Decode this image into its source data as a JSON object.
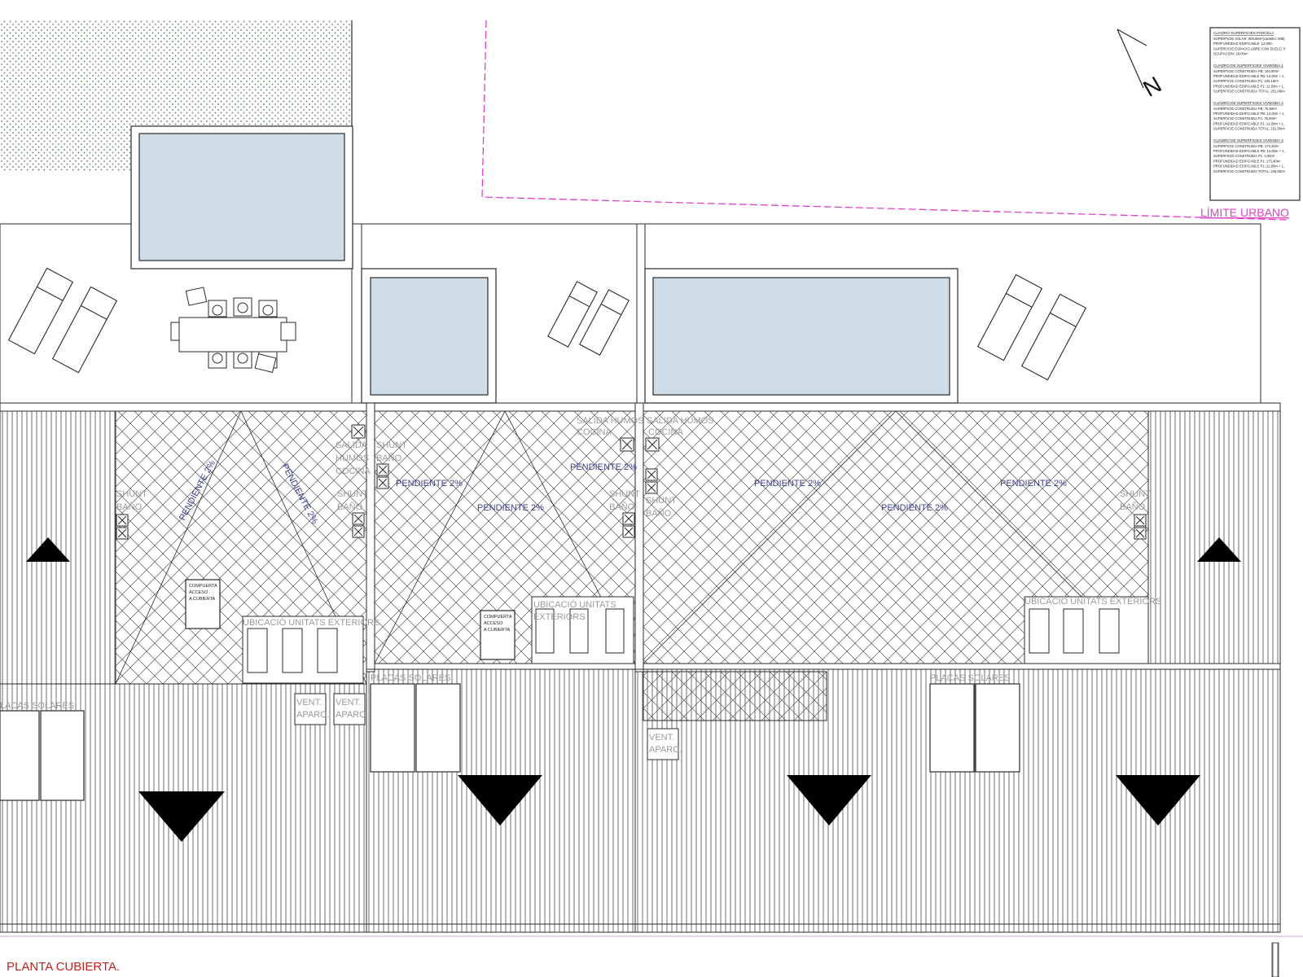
{
  "drawing": {
    "title": "PLANTA CUBIERTA.",
    "urban_limit_label": "LÍMITE URBANO",
    "north_label": "N",
    "colors": {
      "line": "#2a2a2a",
      "pool_fill": "#cfdde8",
      "urban_limit": "#e040c8",
      "title": "#c22222",
      "slope_text": "#3b3f8f",
      "label_text": "#9a9a9a"
    }
  },
  "labels": {
    "shunt": "SHUNT",
    "bano": "BAÑO",
    "salida": "SALIDA",
    "humos": "HUMOS",
    "cocina": "COCINA",
    "salida_humos": "SALIDA HUMOS",
    "pendiente": "PENDIENTE 2%",
    "ubicacio": "UBICACIÓ UNITATS EXTERIORS",
    "ubicacio_a": "UBICACIÓ UNITATS",
    "ubicacio_b": "EXTERIORS",
    "placas": "PLACAS SOLARES",
    "placas_cut": "LACAS SOLARES",
    "vent": "VENT.",
    "aparc": "APARC.",
    "compuerta_1": "COMPUERTA",
    "compuerta_2": "ACCESO",
    "compuerta_3": "A CUBIERTA"
  },
  "surface_table": {
    "sections": [
      {
        "heading": "CUADRO SUPERFICIES PARCELA",
        "lines": [
          "SUPERFICIE SOLAR: 905,88m²(catastro: 898)",
          "PROFUNDIDAD EDIFICABLE: 12,00m",
          "SUPERFICIE ESPACIO LIBRE CON SUELO: P",
          "OCUPACIÓN: 28,00m²"
        ]
      },
      {
        "heading": "CUADRO DE SUPERFICIES VIVIENDA 1",
        "lines": [
          "SUPERFICIE CONSTRUIDA PB: 100,90m²",
          "PROFUNDIDAD EDIFICABLE PB: 12,00m + 1,",
          "SUPERFICIE CONSTRUIDA P1: 100,19m²",
          "PROFUNDIDAD EDIFICABLE P1: 12,00m + 1,",
          "SUPERFICIE CONSTRUIDA TOTAL: 201,09m²"
        ]
      },
      {
        "heading": "CUADRO DE SUPERFICIES VIVIENDA 2",
        "lines": [
          "SUPERFICIE CONSTRUIDA PB: 75,50m²",
          "PROFUNDIDAD EDIFICABLE PB: 12,00m + 1,",
          "SUPERFICIE CONSTRUIDA P1: 75,50m²",
          "PROFUNDIDAD EDIFICABLE P1: 12,00m + 1,",
          "SUPERFICIE CONSTRUIDA TOTAL: 151,00m²"
        ]
      },
      {
        "heading": "CUADRO DE SUPERFICIES VIVIENDA 3",
        "lines": [
          "SUPERFICIE CONSTRUIDA PB: 173,40m²",
          "PROFUNDIDAD EDIFICABLE PB: 12,00m + 1,",
          "SUPERFICIE CONSTRUIDA P1: 3,40m²",
          "PROFUNDIDAD EDIFICABLE P1: 173,40m²",
          "PROFUNDIDAD EDIFICABLE P1: 12,00m + 1,",
          "SUPERFICIE CONSTRUIDA TOTAL: 346,80m²"
        ]
      }
    ]
  }
}
